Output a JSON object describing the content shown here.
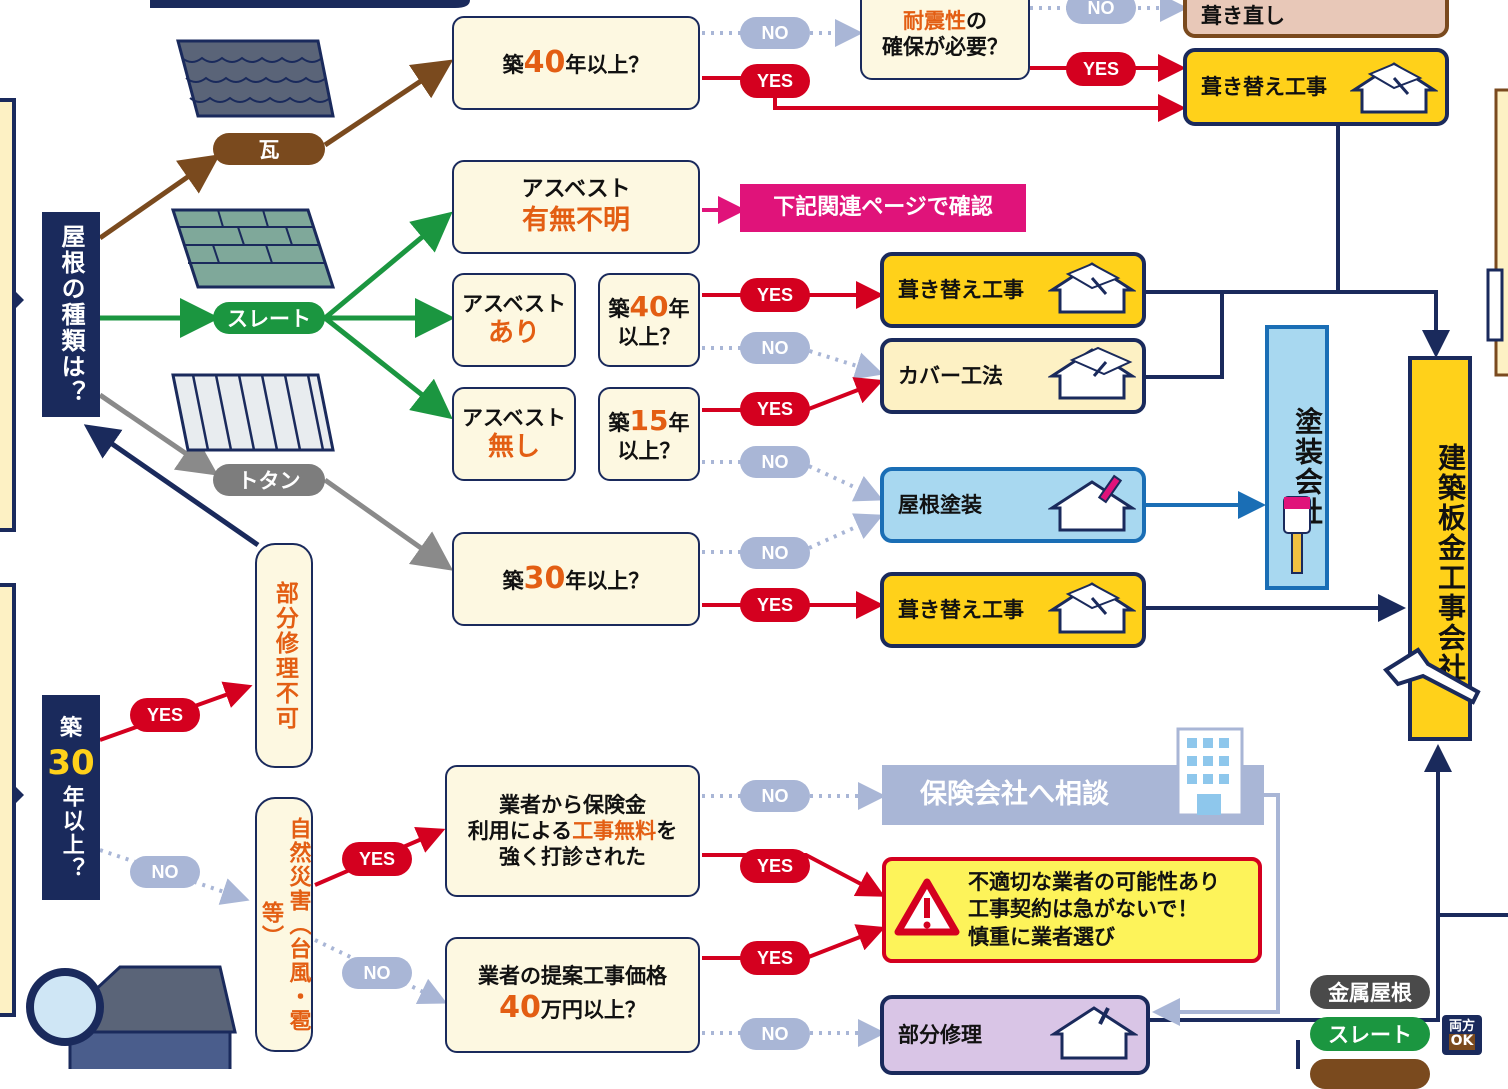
{
  "colors": {
    "navy": "#1a2a5c",
    "yes_red": "#d4001f",
    "no_gray": "#a9b6d6",
    "yellow": "#ffd11a",
    "orange": "#e35e13",
    "brown": "#7a4a1e",
    "green": "#1b9640",
    "pink": "#e0137a"
  },
  "top_right": {
    "no_label": "NO",
    "yes_label": "YES",
    "seismic_q_highlight": "耐震性",
    "seismic_q_suffix": "の",
    "seismic_q_line2": "確保が必要？",
    "fukinaoshi": "葺き直し",
    "fukikae": "葺き替え工事"
  },
  "left": {
    "roof_type_q": "屋根の種類は？",
    "roof_types": {
      "kawara": "瓦",
      "slate": "スレート",
      "totan": "トタン"
    },
    "age30_prefix": "築",
    "age30_num": "30",
    "age30_suffix": "年以上？",
    "partial_repair_ng": "部分修理不可",
    "natural_disaster": "自然災害（台風・雹等）"
  },
  "kawara_branch": {
    "q_prefix": "築",
    "q_num": "40",
    "q_suffix": "年以上？"
  },
  "asbestos": {
    "unknown_line1": "アスベスト",
    "unknown_line2": "有無不明",
    "check_link": "下記関連ページで確認",
    "yes_line1": "アスベスト",
    "yes_line2": "あり",
    "no_line1": "アスベスト",
    "no_line2": "無し",
    "age40_prefix": "築",
    "age40_num": "40",
    "age40_suffix": "年",
    "age40_line2": "以上？",
    "age15_prefix": "築",
    "age15_num": "15",
    "age15_suffix": "年",
    "age15_line2": "以上？"
  },
  "results": {
    "fukikae": "葺き替え工事",
    "cover": "カバー工法",
    "paint": "屋根塗装",
    "paint_company": "塗装会社",
    "sheetmetal_company": "建築板金工事会社",
    "partial": "部分修理"
  },
  "totan_branch": {
    "q_prefix": "築",
    "q_num": "30",
    "q_suffix": "年以上？"
  },
  "insurance": {
    "q_line1": "業者から保険金",
    "q_line2_a": "利用による",
    "q_line2_b": "工事無料",
    "q_line2_c": "を",
    "q_line3": "強く打診された",
    "consult": "保険会社へ相談"
  },
  "warning": {
    "line1": "不適切な業者の可能性あり",
    "line2": "工事契約は急がないで！",
    "line3": "慎重に業者選び"
  },
  "price": {
    "q_line1": "業者の提案工事価格",
    "q_num": "40",
    "q_suffix": "万円以上？"
  },
  "bottom_right": {
    "metal_roof": "金属屋根",
    "slate": "スレート",
    "both_line1": "両方",
    "both_line2": "OK"
  }
}
